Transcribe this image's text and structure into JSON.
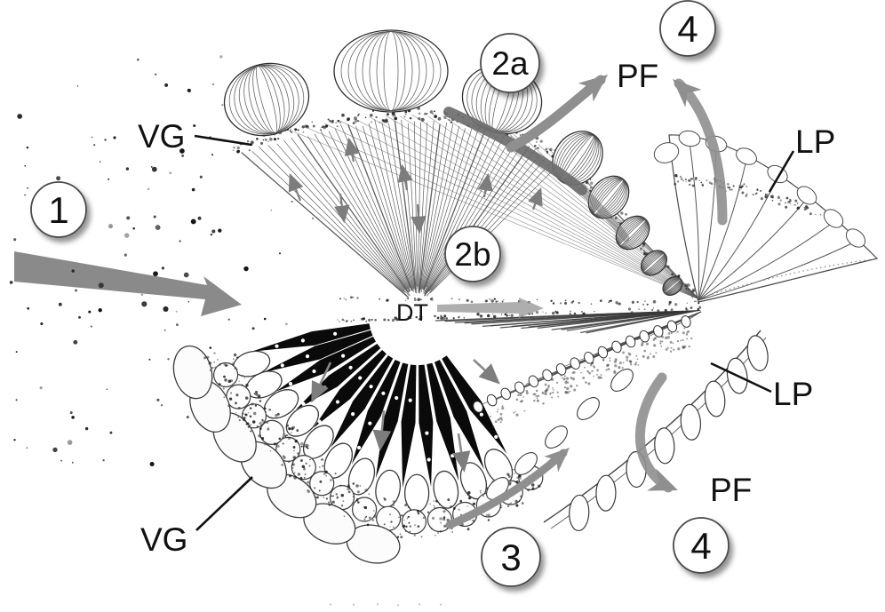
{
  "figure": {
    "description": "Schematic of particle capture and flow through paired filtering fans",
    "labels": {
      "vg_top": "VG",
      "vg_bottom": "VG",
      "lp_top": "LP",
      "lp_bottom": "LP",
      "pf_top": "PF",
      "pf_bottom": "PF",
      "dt": "DT"
    },
    "steps": [
      {
        "label": "1"
      },
      {
        "label": "2a"
      },
      {
        "label": "2b"
      },
      {
        "label": "3"
      },
      {
        "label": "4"
      },
      {
        "label": "4"
      }
    ],
    "colors": {
      "background": "#ffffff",
      "ink": "#2a2a2a",
      "flow_arrow_gray": "#8f8f8f",
      "band_arrow_gray": "#6e6e6e",
      "particle_dot": "#0f0f0f"
    }
  }
}
